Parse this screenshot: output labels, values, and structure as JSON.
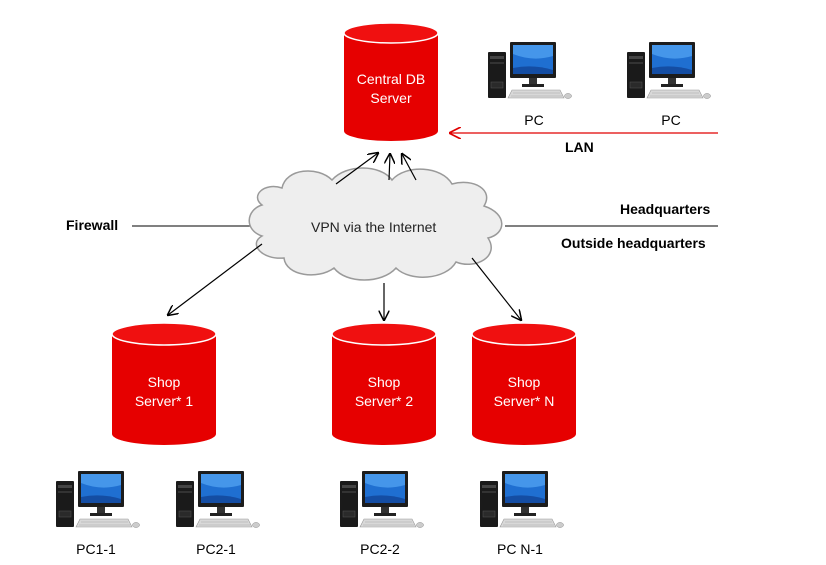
{
  "central_server": {
    "line1": "Central DB",
    "line2": "Server"
  },
  "cloud": {
    "label": "VPN via the Internet"
  },
  "labels": {
    "firewall": "Firewall",
    "headquarters": "Headquarters",
    "outside_headquarters": "Outside headquarters",
    "lan": "LAN"
  },
  "shop_servers": [
    {
      "line1": "Shop",
      "line2": "Server* 1"
    },
    {
      "line1": "Shop",
      "line2": "Server* 2"
    },
    {
      "line1": "Shop",
      "line2": "Server* N"
    }
  ],
  "hq_pcs": [
    "PC",
    "PC"
  ],
  "shop_pcs": [
    "PC1-1",
    "PC2-1",
    "PC2-2",
    "PC N-1"
  ],
  "colors": {
    "server_red": "#e60000",
    "lan_arrow": "#e00000",
    "cloud_fill": "#eeeeee"
  }
}
